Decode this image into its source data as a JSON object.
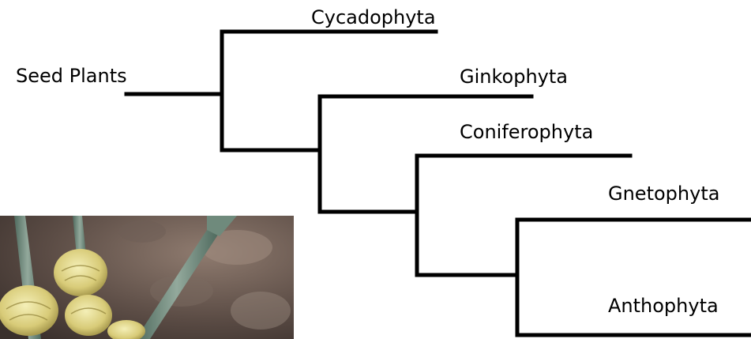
{
  "diagram": {
    "type": "phylogenetic-tree",
    "root_label": "Seed Plants",
    "taxa": [
      {
        "id": "cycadophyta",
        "label": "Cycadophyta"
      },
      {
        "id": "ginkophyta",
        "label": "Ginkophyta"
      },
      {
        "id": "coniferophyta",
        "label": "Coniferophyta"
      },
      {
        "id": "gnetophyta",
        "label": "Gnetophyta"
      },
      {
        "id": "anthophyta",
        "label": "Anthophyta"
      }
    ],
    "topology": "(Cycadophyta,(Ginkophyta,(Coniferophyta,(Gnetophyta,Anthophyta))))",
    "line_color": "#000000"
  },
  "photo": {
    "subject": "plant-photo",
    "colors": {
      "background": "#5b4c45",
      "stem": "#6f8a7c",
      "flower": "#e0d58a"
    }
  }
}
